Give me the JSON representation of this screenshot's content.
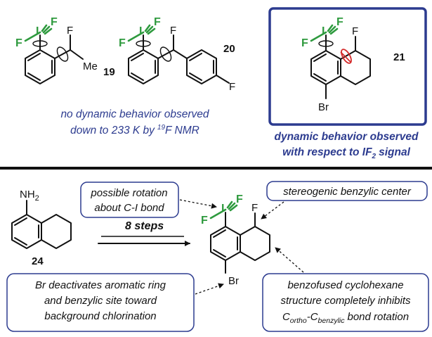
{
  "compounds": {
    "c19": {
      "number": "19",
      "f_on_iodine": "F",
      "iodine": "I",
      "f_top": "F",
      "f_side": "F",
      "me": "Me"
    },
    "c20": {
      "number": "20",
      "f_on_iodine": "F",
      "iodine": "I",
      "f_top": "F",
      "f_side": "F",
      "f_para": "F"
    },
    "c21": {
      "number": "21",
      "f_on_iodine": "F",
      "iodine": "I",
      "f_top": "F",
      "f_side": "F",
      "br": "Br"
    },
    "c24": {
      "number": "24",
      "nh2": "NH2"
    },
    "product": {
      "f_on_iodine": "F",
      "iodine": "I",
      "f_top": "F",
      "f_side": "F",
      "br": "Br"
    }
  },
  "captions": {
    "no_dynamic_line1": "no dynamic behavior observed",
    "no_dynamic_line2_prefix": "down to 233 K by",
    "no_dynamic_sup": "19",
    "no_dynamic_line2_suffix": "F NMR",
    "dynamic_line1": "dynamic behavior observed",
    "dynamic_line2_prefix": "with respect to IF",
    "dynamic_sub": "2",
    "dynamic_line2_suffix": "signal"
  },
  "reaction": {
    "arrow_label": "8 steps"
  },
  "notes": {
    "rotation_line1": "possible rotation",
    "rotation_line2": "about C-I bond",
    "stereogenic": "stereogenic benzylic center",
    "br_line1": "Br deactivates aromatic ring",
    "br_line2": "and benzylic site toward",
    "br_line3": "background chlorination",
    "benzo_line1": "benzofused cyclohexane",
    "benzo_line2": "structure completely inhibits",
    "benzo_line3_a": "C",
    "benzo_line3_sub1": "ortho",
    "benzo_line3_b": "-C",
    "benzo_line3_sub2": "benzylic",
    "benzo_line3_c": "bond rotation"
  },
  "colors": {
    "fluorine_iodine": "#2e9a3e",
    "caption_blue": "#2c3b8f",
    "rotation_red": "#d42a2a",
    "bond": "#111111"
  }
}
